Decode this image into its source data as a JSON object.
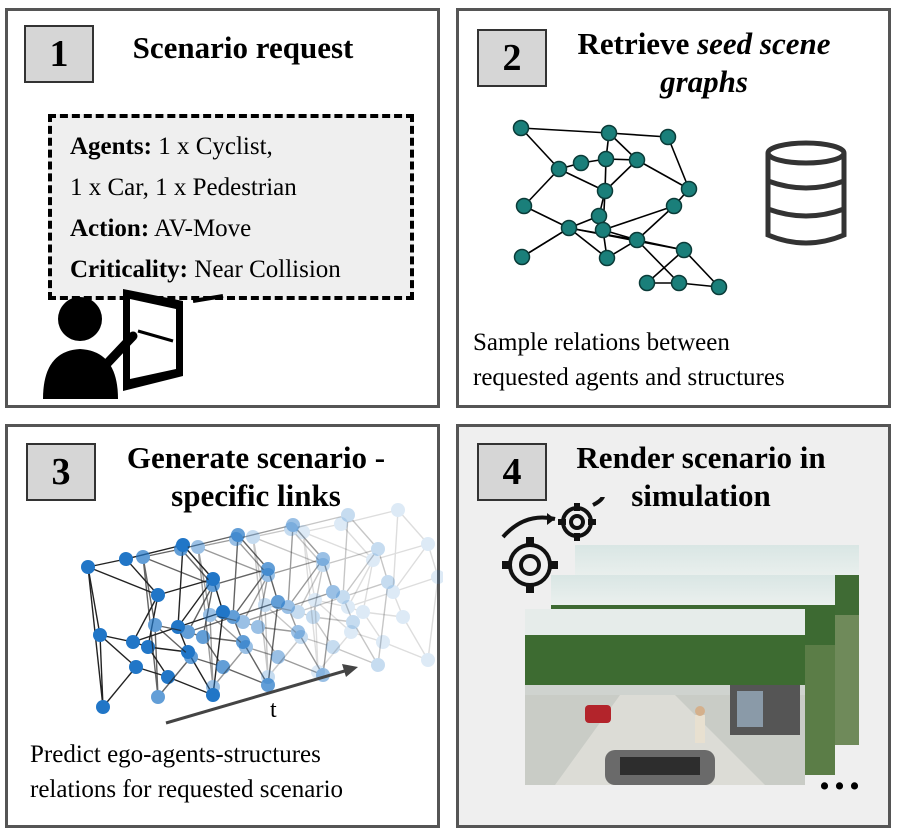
{
  "panel1": {
    "number": "1",
    "title": "Scenario request",
    "request": {
      "agents_label": "Agents:",
      "agents_value_line1": "1 x Cyclist,",
      "agents_value_line2": "1 x Car, 1 x Pedestrian",
      "action_label": "Action:",
      "action_value": "AV-Move",
      "criticality_label": "Criticality:",
      "criticality_value": "Near Collision"
    },
    "icon": "person-with-speech-board-icon"
  },
  "panel2": {
    "number": "2",
    "title_plain": "Retrieve",
    "title_italic_1": "seed scene",
    "title_italic_2": "graphs",
    "caption_line1": "Sample relations between",
    "caption_line2": "requested agents and structures",
    "icon": "database-icon",
    "node_color": "#1a7f7a"
  },
  "panel3": {
    "number": "3",
    "title_line1": "Generate scenario -",
    "title_line2": "specific links",
    "axis_label": "t",
    "caption_line1": "Predict ego-agents-structures",
    "caption_line2": "relations for requested scenario",
    "node_color": "#2176c7"
  },
  "panel4": {
    "number": "4",
    "title_line1": "Render scenario in",
    "title_line2": "simulation",
    "ellipsis": "...",
    "icon": "gears-icon"
  }
}
